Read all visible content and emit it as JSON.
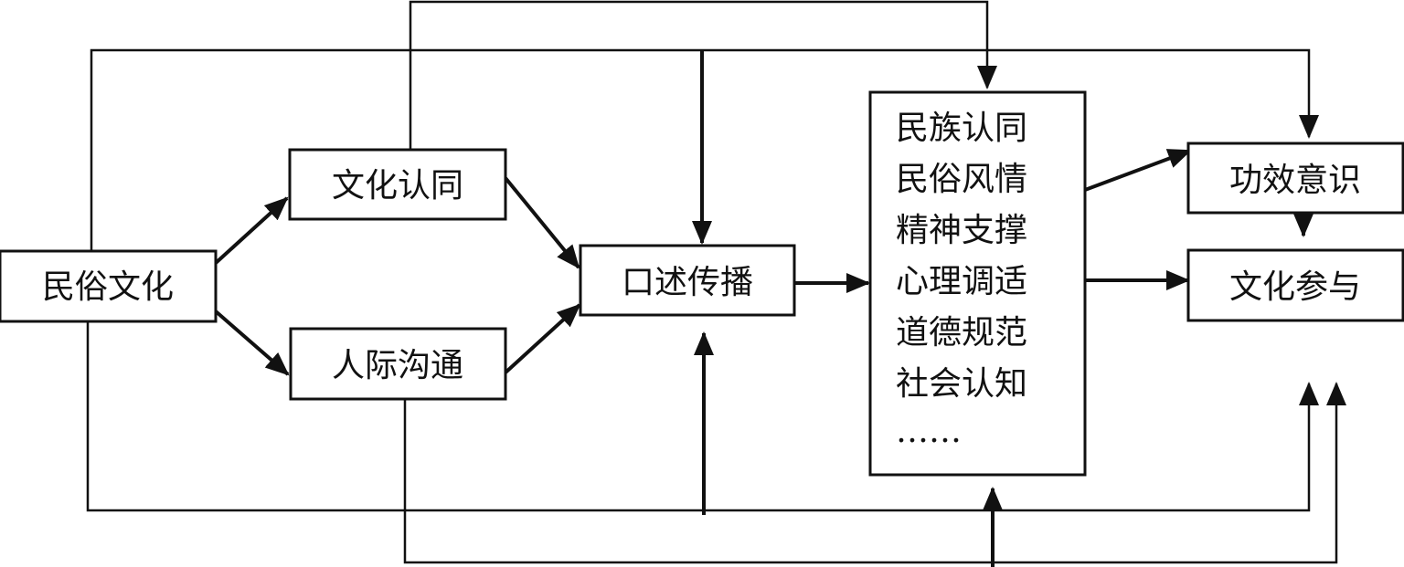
{
  "diagram": {
    "title": "",
    "nodes": {
      "folk_culture": "民俗文化",
      "cultural_identity": "文化认同",
      "interpersonal_communication": "人际沟通",
      "oral_transmission": "口述传播",
      "functions": {
        "items": [
          "民族认同",
          "民俗风情",
          "精神支撑",
          "心理调适",
          "道德规范",
          "社会认知",
          "……"
        ]
      },
      "efficacy_awareness": "功效意识",
      "cultural_participation": "文化参与"
    },
    "edges": [
      {
        "from": "民俗文化",
        "to": "文化认同"
      },
      {
        "from": "民俗文化",
        "to": "人际沟通"
      },
      {
        "from": "文化认同",
        "to": "口述传播"
      },
      {
        "from": "人际沟通",
        "to": "口述传播"
      },
      {
        "from": "口述传播",
        "to": "功能集合"
      },
      {
        "from": "功能集合",
        "to": "功效意识"
      },
      {
        "from": "功能集合",
        "to": "文化参与"
      },
      {
        "from": "功效意识",
        "to": "文化参与"
      },
      {
        "from": "民俗文化",
        "to": "口述传播",
        "route": "top"
      },
      {
        "from": "民俗文化",
        "to": "功效意识",
        "route": "top"
      },
      {
        "from": "文化认同",
        "to": "功能集合",
        "route": "top"
      },
      {
        "from": "民俗文化",
        "to": "口述传播",
        "route": "bottom"
      },
      {
        "from": "民俗文化",
        "to": "文化参与",
        "route": "bottom"
      },
      {
        "from": "人际沟通",
        "to": "功能集合",
        "route": "bottom"
      },
      {
        "from": "人际沟通",
        "to": "文化参与",
        "route": "bottom"
      }
    ]
  }
}
